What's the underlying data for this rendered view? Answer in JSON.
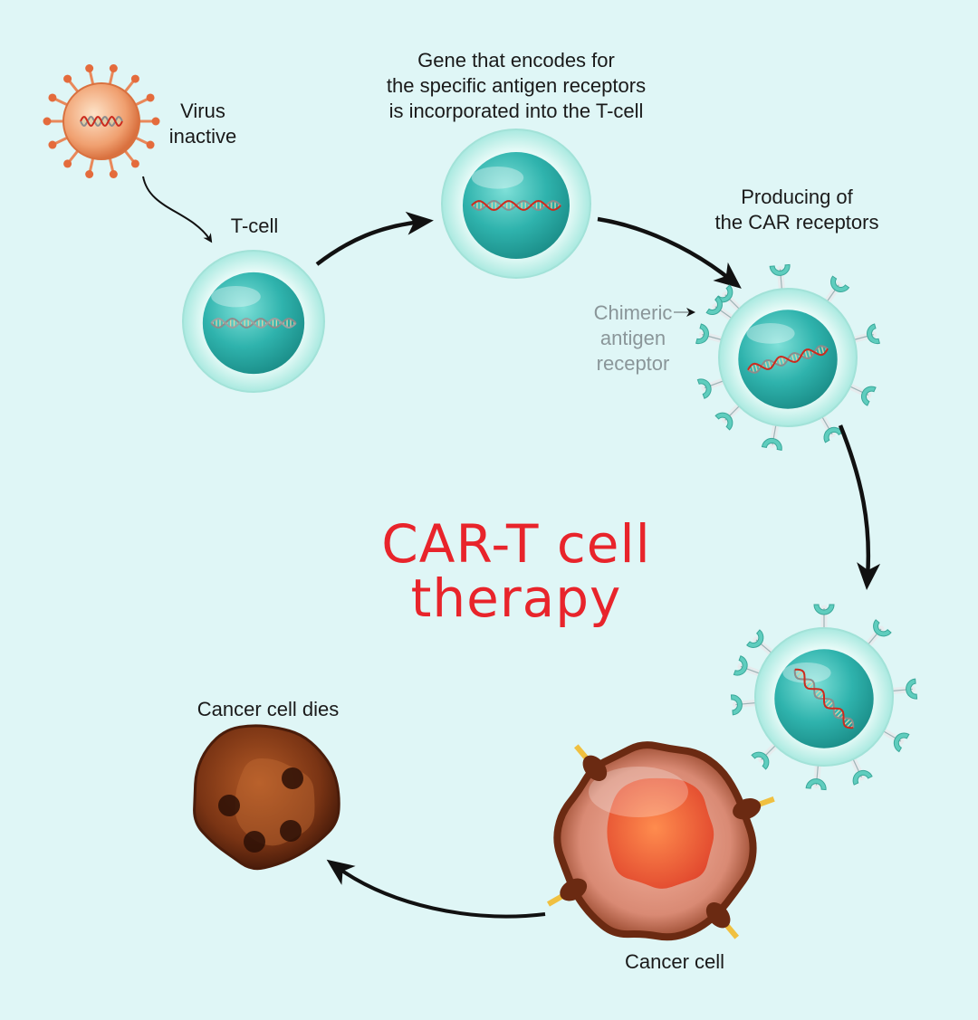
{
  "title": {
    "line1": "CAR-T cell",
    "line2": "therapy"
  },
  "labels": {
    "virus": "Virus\ninactive",
    "tcell": "T-cell",
    "gene": "Gene that encodes for\nthe specific antigen receptors\nis incorporated into the T-cell",
    "producing": "Producing of\nthe CAR receptors",
    "chimeric": "Chimeric\nantigen\nreceptor",
    "cancer_cell": "Cancer cell",
    "cancer_dies": "Cancer cell dies"
  },
  "colors": {
    "background": "#dff6f6",
    "title": "#e8242b",
    "nucleus": "#2fb3ad",
    "cell_membrane": "#b9efe8",
    "virus": "#e98a5a",
    "receptor": "#5fcdbe",
    "cancer": "#b5603a",
    "dead_cell": "#6b3018",
    "arrow": "#111111"
  }
}
